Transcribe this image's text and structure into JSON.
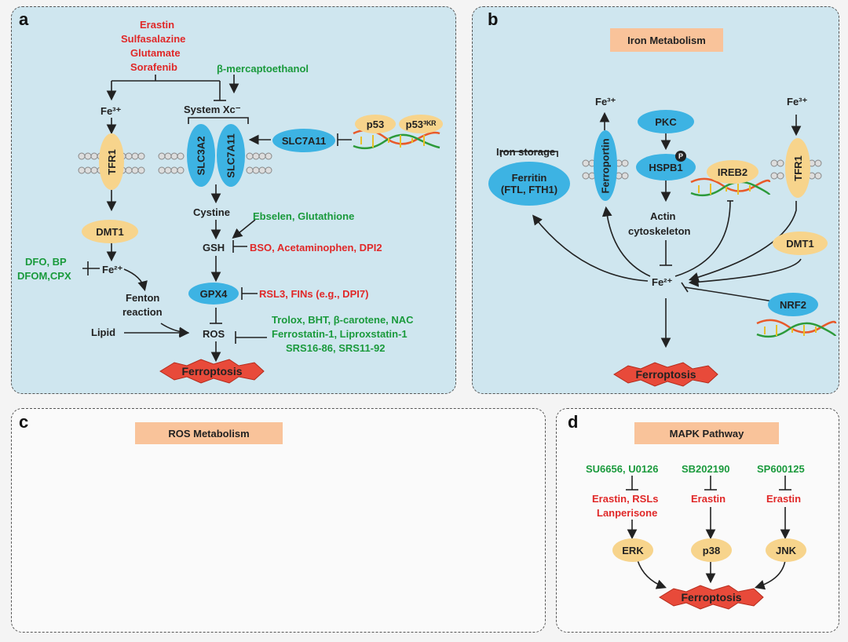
{
  "panels": {
    "a": {
      "label": "a",
      "inducers": [
        "Erastin",
        "Sulfasalazine",
        "Glutamate",
        "Sorafenib"
      ],
      "bme": "β-mercaptoethanol",
      "fe3": "Fe³⁺",
      "system_xc": "System Xc⁻",
      "tfr1": "TFR1",
      "slc3a2": "SLC3A2",
      "slc7a11": "SLC7A11",
      "slc7a11_right": "SLC7A11",
      "p53": "p53",
      "p53_3kr": "p53³ᴷᴿ",
      "cystine": "Cystine",
      "ebselen": "Ebselen, Glutathione",
      "dmt1": "DMT1",
      "gsh": "GSH",
      "bso": "BSO, Acetaminophen, DPI2",
      "dfo1": "DFO, BP",
      "dfo2": "DFOM,CPX",
      "fe2": "Fe²⁺",
      "fenton": "Fenton",
      "reaction": "reaction",
      "gpx4": "GPX4",
      "rsl3": "RSL3, FINs (e.g., DPI7)",
      "trolox": "Trolox, BHT, β-carotene, NAC",
      "ferrostatin": "Ferrostatin-1, Liproxstatin-1",
      "srs": "SRS16-86, SRS11-92",
      "lipid": "Lipid",
      "ros": "ROS",
      "ferroptosis": "Ferroptosis"
    },
    "b": {
      "label": "b",
      "header": "Iron Metabolism",
      "fe3_left": "Fe³⁺",
      "fe3_right": "Fe³⁺",
      "pkc": "PKC",
      "hspb1": "HSPB1",
      "p": "P",
      "iron_storage": "Iron storage",
      "ferritin_1": "Ferritin",
      "ferritin_2": "(FTL, FTH1)",
      "ferroportin": "Ferroportin",
      "ireb2": "IREB2",
      "tfr1": "TFR1",
      "actin_1": "Actin",
      "actin_2": "cytoskeleton",
      "dmt1": "DMT1",
      "fe2": "Fe²⁺",
      "nrf2": "NRF2",
      "ferroptosis": "Ferroptosis"
    },
    "c": {
      "label": "c",
      "header": "ROS Metabolism"
    },
    "d": {
      "label": "d",
      "header": "MAPK Pathway",
      "inh1": "SU6656, U0126",
      "inh2": "SB202190",
      "inh3": "SP600125",
      "ind1a": "Erastin, RSLs",
      "ind1b": "Lanperisone",
      "ind2": "Erastin",
      "ind3": "Erastin",
      "erk": "ERK",
      "p38": "p38",
      "jnk": "JNK",
      "ferroptosis": "Ferroptosis"
    }
  },
  "colors": {
    "tan_node": "#f7d48c",
    "blue_node": "#3db3e3",
    "inducer": "#e02828",
    "inhibitor": "#1a9a3c",
    "header": "#f9c39a",
    "ferroptosis": "#e84a3a"
  }
}
